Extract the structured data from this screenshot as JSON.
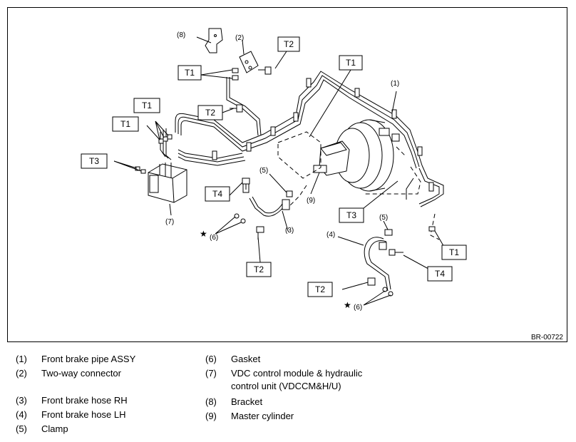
{
  "figure_code": "BR-00722",
  "callouts": {
    "t1": "T1",
    "t2": "T2",
    "t3": "T3",
    "t4": "T4",
    "p1": "(1)",
    "p2": "(2)",
    "p3": "(3)",
    "p4": "(4)",
    "p5": "(5)",
    "p6": "(6)",
    "p7": "(7)",
    "p8": "(8)",
    "p9": "(9)",
    "star": "★"
  },
  "legend": [
    {
      "num": "(1)",
      "text": "Front brake pipe ASSY"
    },
    {
      "num": "(2)",
      "text": "Two-way connector"
    },
    {
      "num": "(3)",
      "text": "Front brake hose RH"
    },
    {
      "num": "(4)",
      "text": "Front brake hose LH"
    },
    {
      "num": "(5)",
      "text": "Clamp"
    },
    {
      "num": "(6)",
      "text": "Gasket"
    },
    {
      "num": "(7)",
      "text": "VDC control module & hydraulic",
      "text2": "control unit (VDCCM&H/U)"
    },
    {
      "num": "(8)",
      "text": "Bracket"
    },
    {
      "num": "(9)",
      "text": "Master cylinder"
    }
  ]
}
